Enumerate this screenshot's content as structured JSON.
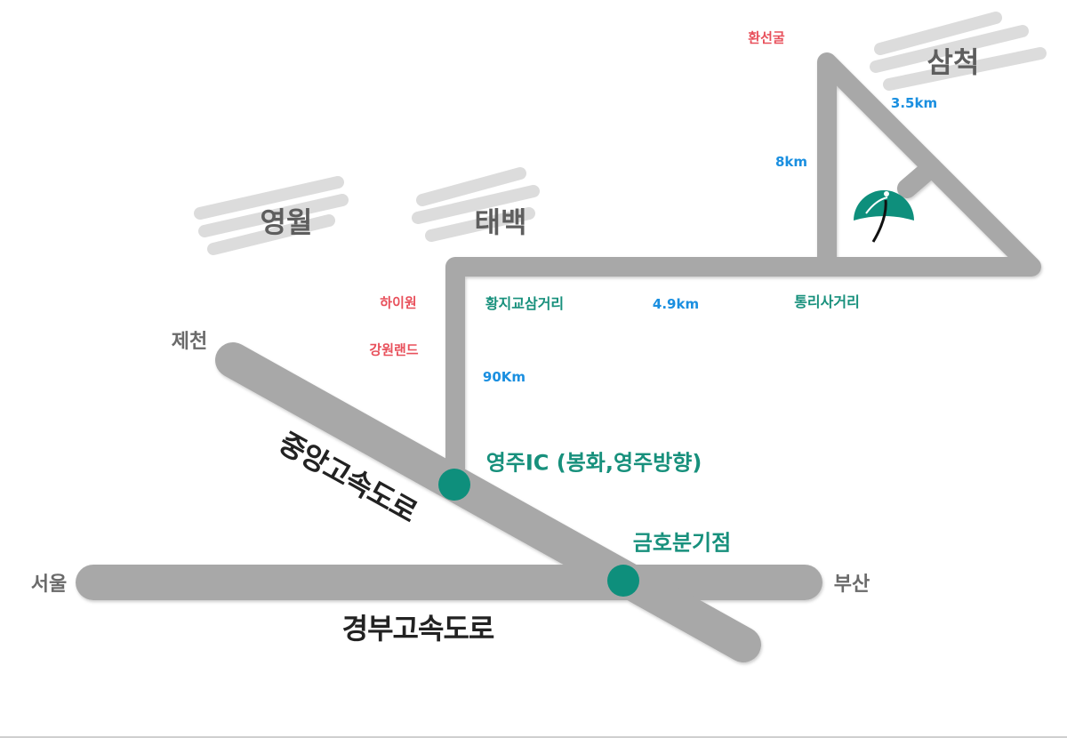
{
  "colors": {
    "road": "#a8a8a8",
    "junction": "#0e8f7c",
    "poi": "#e8505b",
    "distance": "#1a8fe0",
    "junction_text": "#17907c"
  },
  "regions": {
    "yeongwol": "영월",
    "taebaek": "태백",
    "samcheok": "삼척"
  },
  "cities": {
    "seoul": "서울",
    "busan": "부산",
    "jecheon": "제천"
  },
  "highways": {
    "gyeongbu": "경부고속도로",
    "jungang": "중앙고속도로"
  },
  "junctions": {
    "yeongju_ic": "영주IC (봉화,영주방향)",
    "geumho": "금호분기점",
    "hwangji": "황지교삼거리",
    "tongri": "통리사거리"
  },
  "pois": {
    "hwanseongul": "환선굴",
    "high1": "하이원",
    "kangwonland": "강원랜드"
  },
  "distances": {
    "d1": "3.5km",
    "d2": "8km",
    "d3": "4.9km",
    "d4": "90Km"
  },
  "logo": "destination-logo"
}
